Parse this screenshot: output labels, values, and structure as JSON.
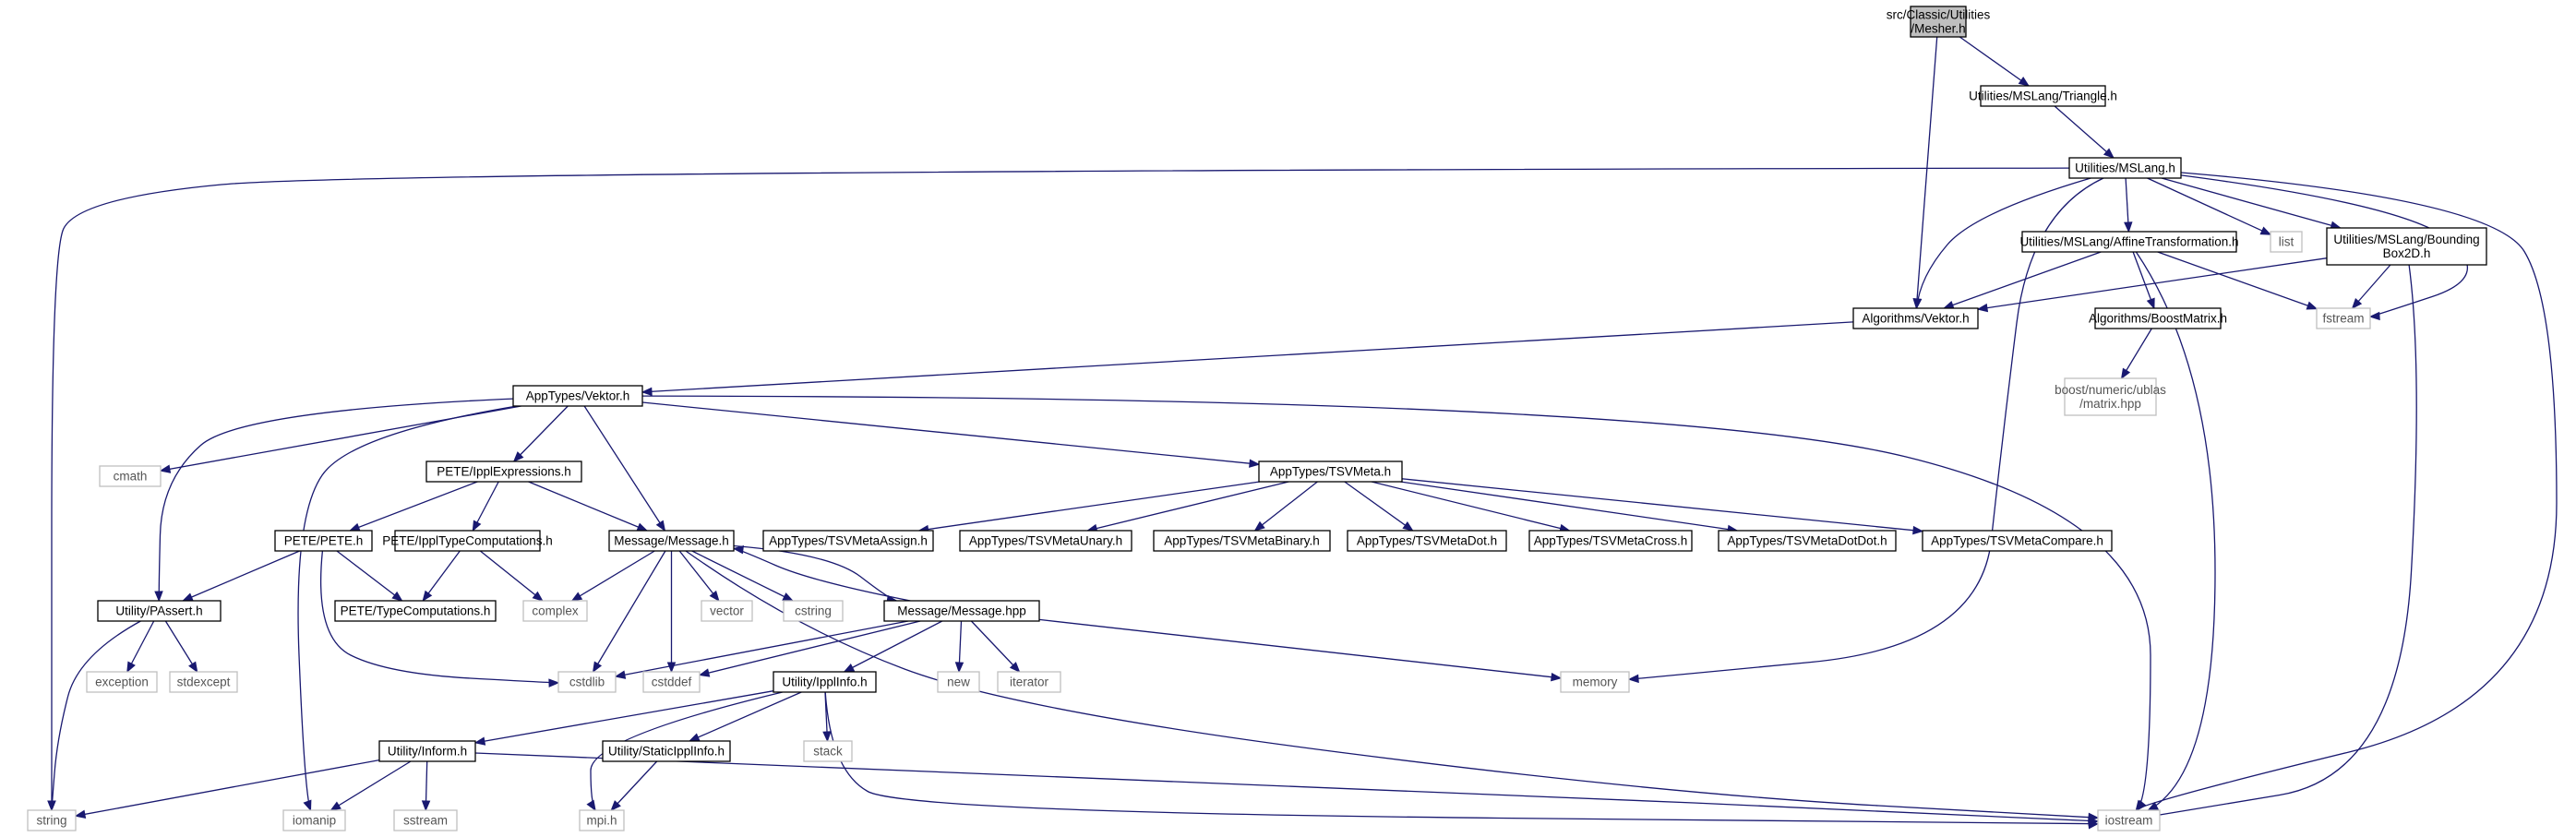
{
  "nodes": [
    {
      "id": "mesher",
      "lines": [
        "src/Classic/Utilities",
        "/Mesher.h"
      ],
      "kind": "root"
    },
    {
      "id": "triangle",
      "lines": [
        "Utilities/MSLang/Triangle.h"
      ],
      "kind": "doc"
    },
    {
      "id": "mslang",
      "lines": [
        "Utilities/MSLang.h"
      ],
      "kind": "doc"
    },
    {
      "id": "affine",
      "lines": [
        "Utilities/MSLang/AffineTransformation.h"
      ],
      "kind": "doc"
    },
    {
      "id": "list",
      "lines": [
        "list"
      ],
      "kind": "ext"
    },
    {
      "id": "bbox",
      "lines": [
        "Utilities/MSLang/Bounding",
        "Box2D.h"
      ],
      "kind": "doc"
    },
    {
      "id": "avektor",
      "lines": [
        "Algorithms/Vektor.h"
      ],
      "kind": "doc"
    },
    {
      "id": "boostmatrix",
      "lines": [
        "Algorithms/BoostMatrix.h"
      ],
      "kind": "doc"
    },
    {
      "id": "fstream",
      "lines": [
        "fstream"
      ],
      "kind": "ext"
    },
    {
      "id": "ublas",
      "lines": [
        "boost/numeric/ublas",
        "/matrix.hpp"
      ],
      "kind": "ext"
    },
    {
      "id": "atvektor",
      "lines": [
        "AppTypes/Vektor.h"
      ],
      "kind": "doc"
    },
    {
      "id": "cmath",
      "lines": [
        "cmath"
      ],
      "kind": "ext"
    },
    {
      "id": "ipplexpr",
      "lines": [
        "PETE/IpplExpressions.h"
      ],
      "kind": "doc"
    },
    {
      "id": "tsvmeta",
      "lines": [
        "AppTypes/TSVMeta.h"
      ],
      "kind": "doc"
    },
    {
      "id": "pete",
      "lines": [
        "PETE/PETE.h"
      ],
      "kind": "doc"
    },
    {
      "id": "ippltype",
      "lines": [
        "PETE/IpplTypeComputations.h"
      ],
      "kind": "doc"
    },
    {
      "id": "messageh",
      "lines": [
        "Message/Message.h"
      ],
      "kind": "doc"
    },
    {
      "id": "tsvassign",
      "lines": [
        "AppTypes/TSVMetaAssign.h"
      ],
      "kind": "doc"
    },
    {
      "id": "tsvunary",
      "lines": [
        "AppTypes/TSVMetaUnary.h"
      ],
      "kind": "doc"
    },
    {
      "id": "tsvbinary",
      "lines": [
        "AppTypes/TSVMetaBinary.h"
      ],
      "kind": "doc"
    },
    {
      "id": "tsvdot",
      "lines": [
        "AppTypes/TSVMetaDot.h"
      ],
      "kind": "doc"
    },
    {
      "id": "tsvcross",
      "lines": [
        "AppTypes/TSVMetaCross.h"
      ],
      "kind": "doc"
    },
    {
      "id": "tsvdotdot",
      "lines": [
        "AppTypes/TSVMetaDotDot.h"
      ],
      "kind": "doc"
    },
    {
      "id": "tsvcompare",
      "lines": [
        "AppTypes/TSVMetaCompare.h"
      ],
      "kind": "doc"
    },
    {
      "id": "passert",
      "lines": [
        "Utility/PAssert.h"
      ],
      "kind": "doc"
    },
    {
      "id": "typecomp",
      "lines": [
        "PETE/TypeComputations.h"
      ],
      "kind": "doc"
    },
    {
      "id": "complex",
      "lines": [
        "complex"
      ],
      "kind": "ext"
    },
    {
      "id": "vector",
      "lines": [
        "vector"
      ],
      "kind": "ext"
    },
    {
      "id": "cstring",
      "lines": [
        "cstring"
      ],
      "kind": "ext"
    },
    {
      "id": "messagehpp",
      "lines": [
        "Message/Message.hpp"
      ],
      "kind": "doc"
    },
    {
      "id": "exception",
      "lines": [
        "exception"
      ],
      "kind": "ext"
    },
    {
      "id": "stdexcept",
      "lines": [
        "stdexcept"
      ],
      "kind": "ext"
    },
    {
      "id": "cstdlib",
      "lines": [
        "cstdlib"
      ],
      "kind": "ext"
    },
    {
      "id": "cstddef",
      "lines": [
        "cstddef"
      ],
      "kind": "ext"
    },
    {
      "id": "ipplinfo",
      "lines": [
        "Utility/IpplInfo.h"
      ],
      "kind": "doc"
    },
    {
      "id": "new",
      "lines": [
        "new"
      ],
      "kind": "ext"
    },
    {
      "id": "iterator",
      "lines": [
        "iterator"
      ],
      "kind": "ext"
    },
    {
      "id": "memory",
      "lines": [
        "memory"
      ],
      "kind": "ext"
    },
    {
      "id": "inform",
      "lines": [
        "Utility/Inform.h"
      ],
      "kind": "doc"
    },
    {
      "id": "staticippl",
      "lines": [
        "Utility/StaticIpplInfo.h"
      ],
      "kind": "doc"
    },
    {
      "id": "stack",
      "lines": [
        "stack"
      ],
      "kind": "ext"
    },
    {
      "id": "string",
      "lines": [
        "string"
      ],
      "kind": "ext"
    },
    {
      "id": "iomanip",
      "lines": [
        "iomanip"
      ],
      "kind": "ext"
    },
    {
      "id": "sstream",
      "lines": [
        "sstream"
      ],
      "kind": "ext"
    },
    {
      "id": "mpih",
      "lines": [
        "mpi.h"
      ],
      "kind": "ext"
    },
    {
      "id": "iostream",
      "lines": [
        "iostream"
      ],
      "kind": "ext"
    }
  ],
  "edges": [
    [
      "mesher",
      "triangle"
    ],
    [
      "mesher",
      "avektor"
    ],
    [
      "triangle",
      "mslang"
    ],
    [
      "mslang",
      "affine"
    ],
    [
      "mslang",
      "list"
    ],
    [
      "mslang",
      "bbox"
    ],
    [
      "mslang",
      "avektor"
    ],
    [
      "mslang",
      "fstream"
    ],
    [
      "mslang",
      "string"
    ],
    [
      "mslang",
      "iostream"
    ],
    [
      "mslang",
      "memory"
    ],
    [
      "affine",
      "avektor"
    ],
    [
      "affine",
      "boostmatrix"
    ],
    [
      "affine",
      "fstream"
    ],
    [
      "affine",
      "iostream"
    ],
    [
      "bbox",
      "avektor"
    ],
    [
      "bbox",
      "fstream"
    ],
    [
      "bbox",
      "iostream"
    ],
    [
      "avektor",
      "atvektor"
    ],
    [
      "boostmatrix",
      "ublas"
    ],
    [
      "atvektor",
      "cmath"
    ],
    [
      "atvektor",
      "ipplexpr"
    ],
    [
      "atvektor",
      "tsvmeta"
    ],
    [
      "atvektor",
      "messageh"
    ],
    [
      "atvektor",
      "passert"
    ],
    [
      "atvektor",
      "iomanip"
    ],
    [
      "atvektor",
      "iostream"
    ],
    [
      "ipplexpr",
      "pete"
    ],
    [
      "ipplexpr",
      "ippltype"
    ],
    [
      "ipplexpr",
      "messageh"
    ],
    [
      "tsvmeta",
      "tsvassign"
    ],
    [
      "tsvmeta",
      "tsvunary"
    ],
    [
      "tsvmeta",
      "tsvbinary"
    ],
    [
      "tsvmeta",
      "tsvdot"
    ],
    [
      "tsvmeta",
      "tsvcross"
    ],
    [
      "tsvmeta",
      "tsvdotdot"
    ],
    [
      "tsvmeta",
      "tsvcompare"
    ],
    [
      "pete",
      "passert"
    ],
    [
      "pete",
      "typecomp"
    ],
    [
      "pete",
      "cstdlib"
    ],
    [
      "ippltype",
      "typecomp"
    ],
    [
      "ippltype",
      "complex"
    ],
    [
      "messageh",
      "complex"
    ],
    [
      "messageh",
      "vector"
    ],
    [
      "messageh",
      "cstring"
    ],
    [
      "messageh",
      "messagehpp"
    ],
    [
      "messageh",
      "cstdlib"
    ],
    [
      "messageh",
      "cstddef"
    ],
    [
      "messageh",
      "iostream"
    ],
    [
      "messagehpp",
      "messageh"
    ],
    [
      "messagehpp",
      "cstdlib"
    ],
    [
      "messagehpp",
      "cstddef"
    ],
    [
      "messagehpp",
      "ipplinfo"
    ],
    [
      "messagehpp",
      "new"
    ],
    [
      "messagehpp",
      "iterator"
    ],
    [
      "messagehpp",
      "memory"
    ],
    [
      "passert",
      "exception"
    ],
    [
      "passert",
      "stdexcept"
    ],
    [
      "passert",
      "string"
    ],
    [
      "ipplinfo",
      "inform"
    ],
    [
      "ipplinfo",
      "staticippl"
    ],
    [
      "ipplinfo",
      "stack"
    ],
    [
      "ipplinfo",
      "mpih"
    ],
    [
      "ipplinfo",
      "iostream"
    ],
    [
      "inform",
      "string"
    ],
    [
      "inform",
      "iomanip"
    ],
    [
      "inform",
      "sstream"
    ],
    [
      "inform",
      "iostream"
    ],
    [
      "staticippl",
      "mpih"
    ]
  ]
}
